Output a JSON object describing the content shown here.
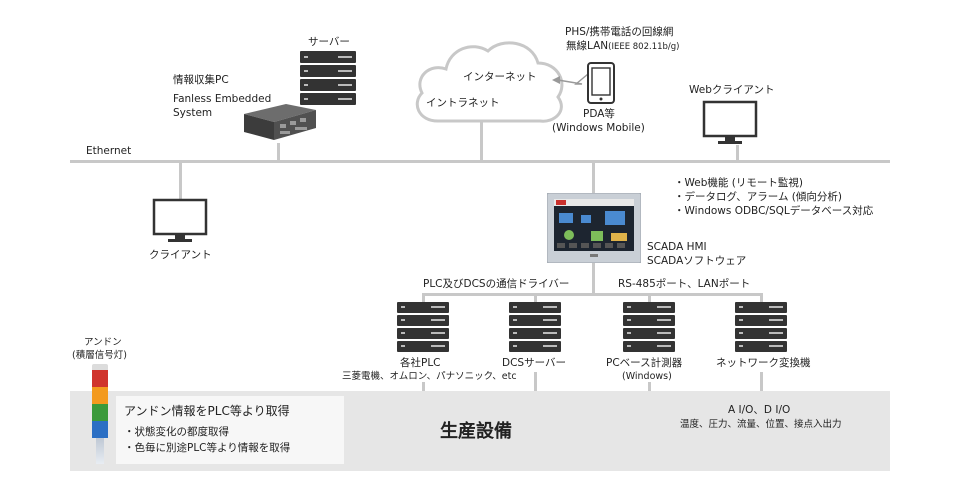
{
  "network": {
    "ethernet_label": "Ethernet"
  },
  "server": {
    "label": "サーバー"
  },
  "info_pc": {
    "line1": "情報収集PC",
    "line2": "Fanless Embedded",
    "line3": "System"
  },
  "cloud": {
    "internet": "インターネット",
    "intranet": "イントラネット"
  },
  "phs": {
    "line1": "PHS/携帯電話の回線網",
    "line2": "無線LAN",
    "line2_small": "(IEEE 802.11b/g)"
  },
  "pda": {
    "line1": "PDA等",
    "line2": "(Windows Mobile)"
  },
  "web_client": {
    "label": "Webクライアント"
  },
  "client": {
    "label": "クライアント"
  },
  "features": [
    "・Web機能 (リモート監視)",
    "・データログ、アラーム (傾向分析)",
    "・Windows ODBC/SQLデータベース対応"
  ],
  "hmi": {
    "line1": "SCADA HMI",
    "line2": "SCADAソフトウェア"
  },
  "drivers_label": "PLC及びDCSの通信ドライバー",
  "ports_label": "RS-485ポート、LANポート",
  "devices": [
    {
      "label": "各社PLC",
      "sub": "三菱電機、オムロン、パナソニック、etc"
    },
    {
      "label": "DCSサーバー",
      "sub": ""
    },
    {
      "label": "PCベース計測器",
      "sub": "(Windows)"
    },
    {
      "label": "ネットワーク変換機",
      "sub": ""
    }
  ],
  "andon": {
    "title_line1": "アンドン",
    "title_line2": "(積層信号灯)",
    "note_title": "アンドン情報をPLC等より取得",
    "note_items": [
      "・状態変化の都度取得",
      "・色毎に別途PLC等より情報を取得"
    ],
    "colors": [
      "#d0342c",
      "#f39a1e",
      "#3a9a3a",
      "#2b6fc4"
    ]
  },
  "production": {
    "title": "生産設備",
    "io_title": "A I/O、D I/O",
    "io_sub": "温度、圧力、流量、位置、接点入出力"
  }
}
